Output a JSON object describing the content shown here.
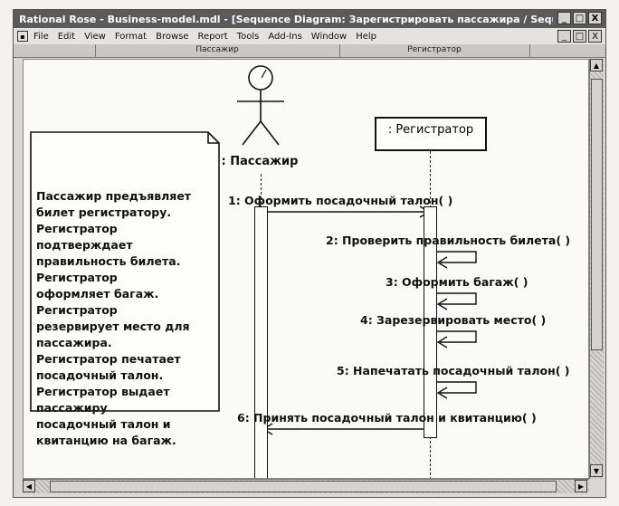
{
  "window": {
    "title": "Rational Rose - Business-model.mdl - [Sequence Diagram: Зарегистрировать пассажира / Sequence Diag",
    "btn_min": "_",
    "btn_max": "□",
    "btn_close": "X"
  },
  "menu": {
    "items": [
      "File",
      "Edit",
      "View",
      "Format",
      "Browse",
      "Report",
      "Tools",
      "Add-Ins",
      "Window",
      "Help"
    ]
  },
  "lanes": {
    "left": "Пассажир",
    "right": "Регистратор"
  },
  "diagram": {
    "actor_name": ": Пассажир",
    "object_name": ": Регистратор",
    "note_lines": [
      "Пассажир предъявляет",
      "билет регистратору.",
      "Регистратор",
      "подтверждает",
      "правильность билета.",
      "Регистратор",
      "оформляет багаж.",
      "Регистратор",
      "резервирует место для",
      "пассажира.",
      "Регистратор печатает",
      "посадочный талон.",
      "Регистратор выдает",
      "пассажиру",
      "посадочный талон и",
      "квитанцию на багаж."
    ],
    "messages": [
      "1: Оформить посадочный талон( )",
      "2: Проверить правильность билета( )",
      "3: Оформить багаж( )",
      "4: Зарезервировать место( )",
      "5: Напечатать посадочный талон( )",
      "6: Принять посадочный талон и квитанцию( )"
    ]
  }
}
